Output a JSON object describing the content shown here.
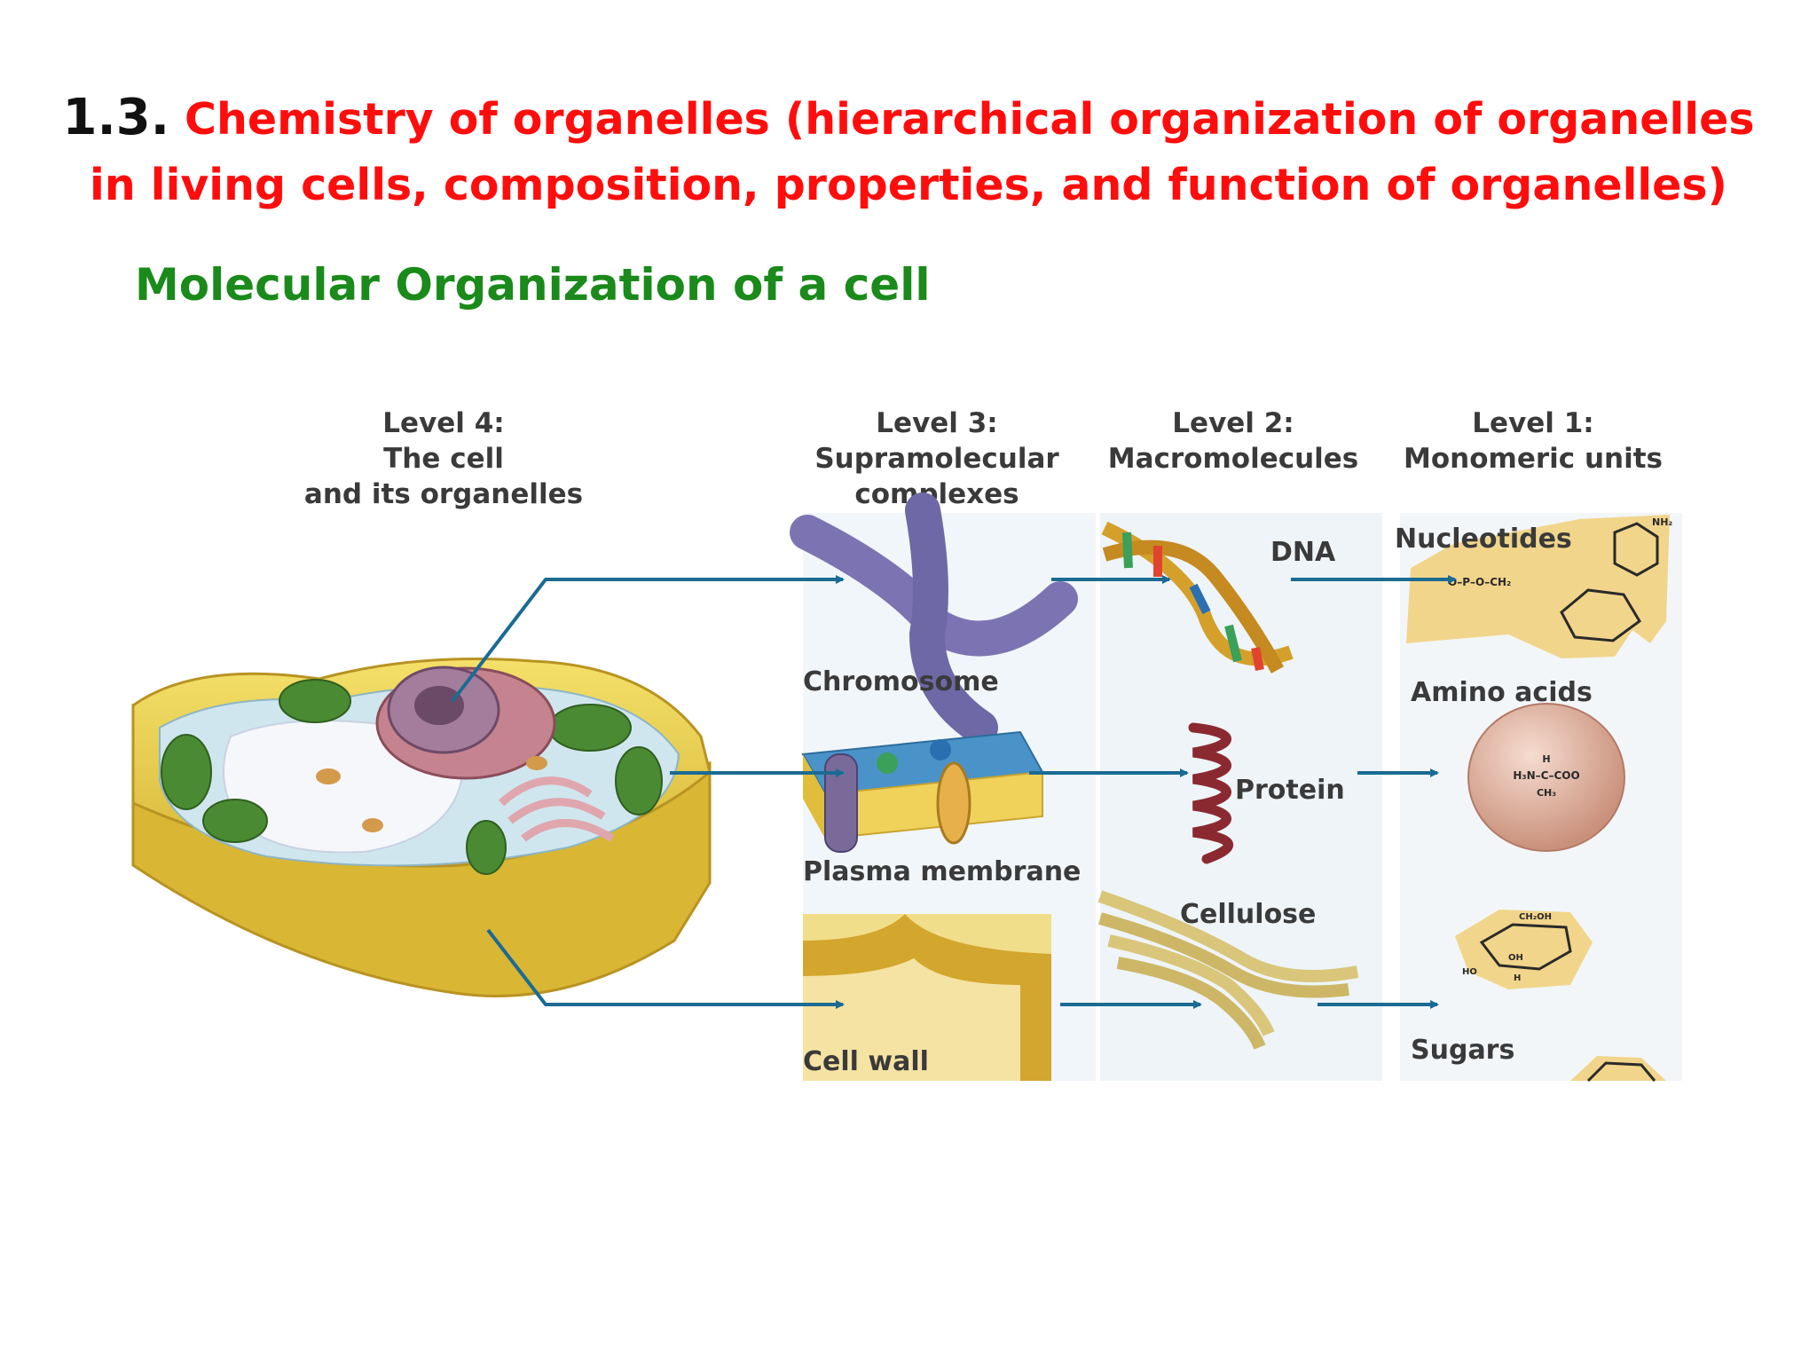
{
  "title": {
    "number": "1.3.",
    "line1": "Chemistry of organelles (hierarchical organization of organelles",
    "line2": "in living cells, composition, properties, and function of organelles)"
  },
  "subtitle": "Molecular Organization of a cell",
  "levels": {
    "level4": {
      "line1": "Level 4:",
      "line2": "The cell",
      "line3": "and its organelles"
    },
    "level3": {
      "line1": "Level 3:",
      "line2": "Supramolecular",
      "line3": "complexes"
    },
    "level2": {
      "line1": "Level 2:",
      "line2": "Macromolecules"
    },
    "level1": {
      "line1": "Level 1:",
      "line2": "Monomeric units"
    }
  },
  "items": {
    "chromosome": "Chromosome",
    "plasma_membrane": "Plasma membrane",
    "cell_wall": "Cell wall",
    "dna": "DNA",
    "protein": "Protein",
    "cellulose": "Cellulose",
    "nucleotides": "Nucleotides",
    "amino_acids": "Amino acids",
    "sugars": "Sugars"
  },
  "chem": {
    "nh2": "NH₂",
    "phosphate": "O–P–O–CH₂",
    "aa_formula": "H₃N–C–COO",
    "aa_h": "H",
    "aa_ch3": "CH₃",
    "ch2oh": "CH₂OH",
    "oh": "OH",
    "ho": "HO",
    "h": "H"
  },
  "colors": {
    "title_red": "#ff0d0d",
    "title_black": "#111111",
    "subtitle_green": "#1a8a1a",
    "arrow": "#1b6b93",
    "label_gray": "#3a3a3a"
  }
}
